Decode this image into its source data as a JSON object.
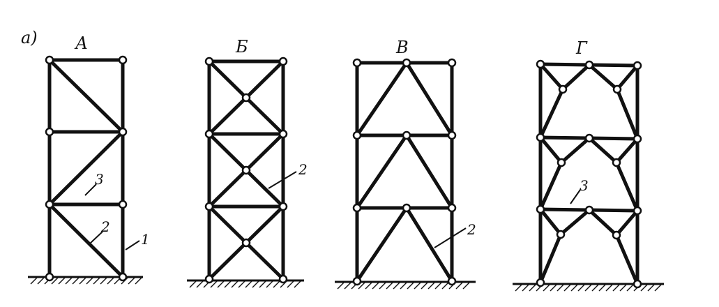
{
  "figure_label": "а)",
  "panels": [
    {
      "label": "А",
      "callouts": [
        "3",
        "2",
        "1"
      ]
    },
    {
      "label": "Б",
      "callouts": [
        "2"
      ]
    },
    {
      "label": "В",
      "callouts": [
        "2"
      ]
    },
    {
      "label": "Г",
      "callouts": [
        "3"
      ]
    }
  ]
}
